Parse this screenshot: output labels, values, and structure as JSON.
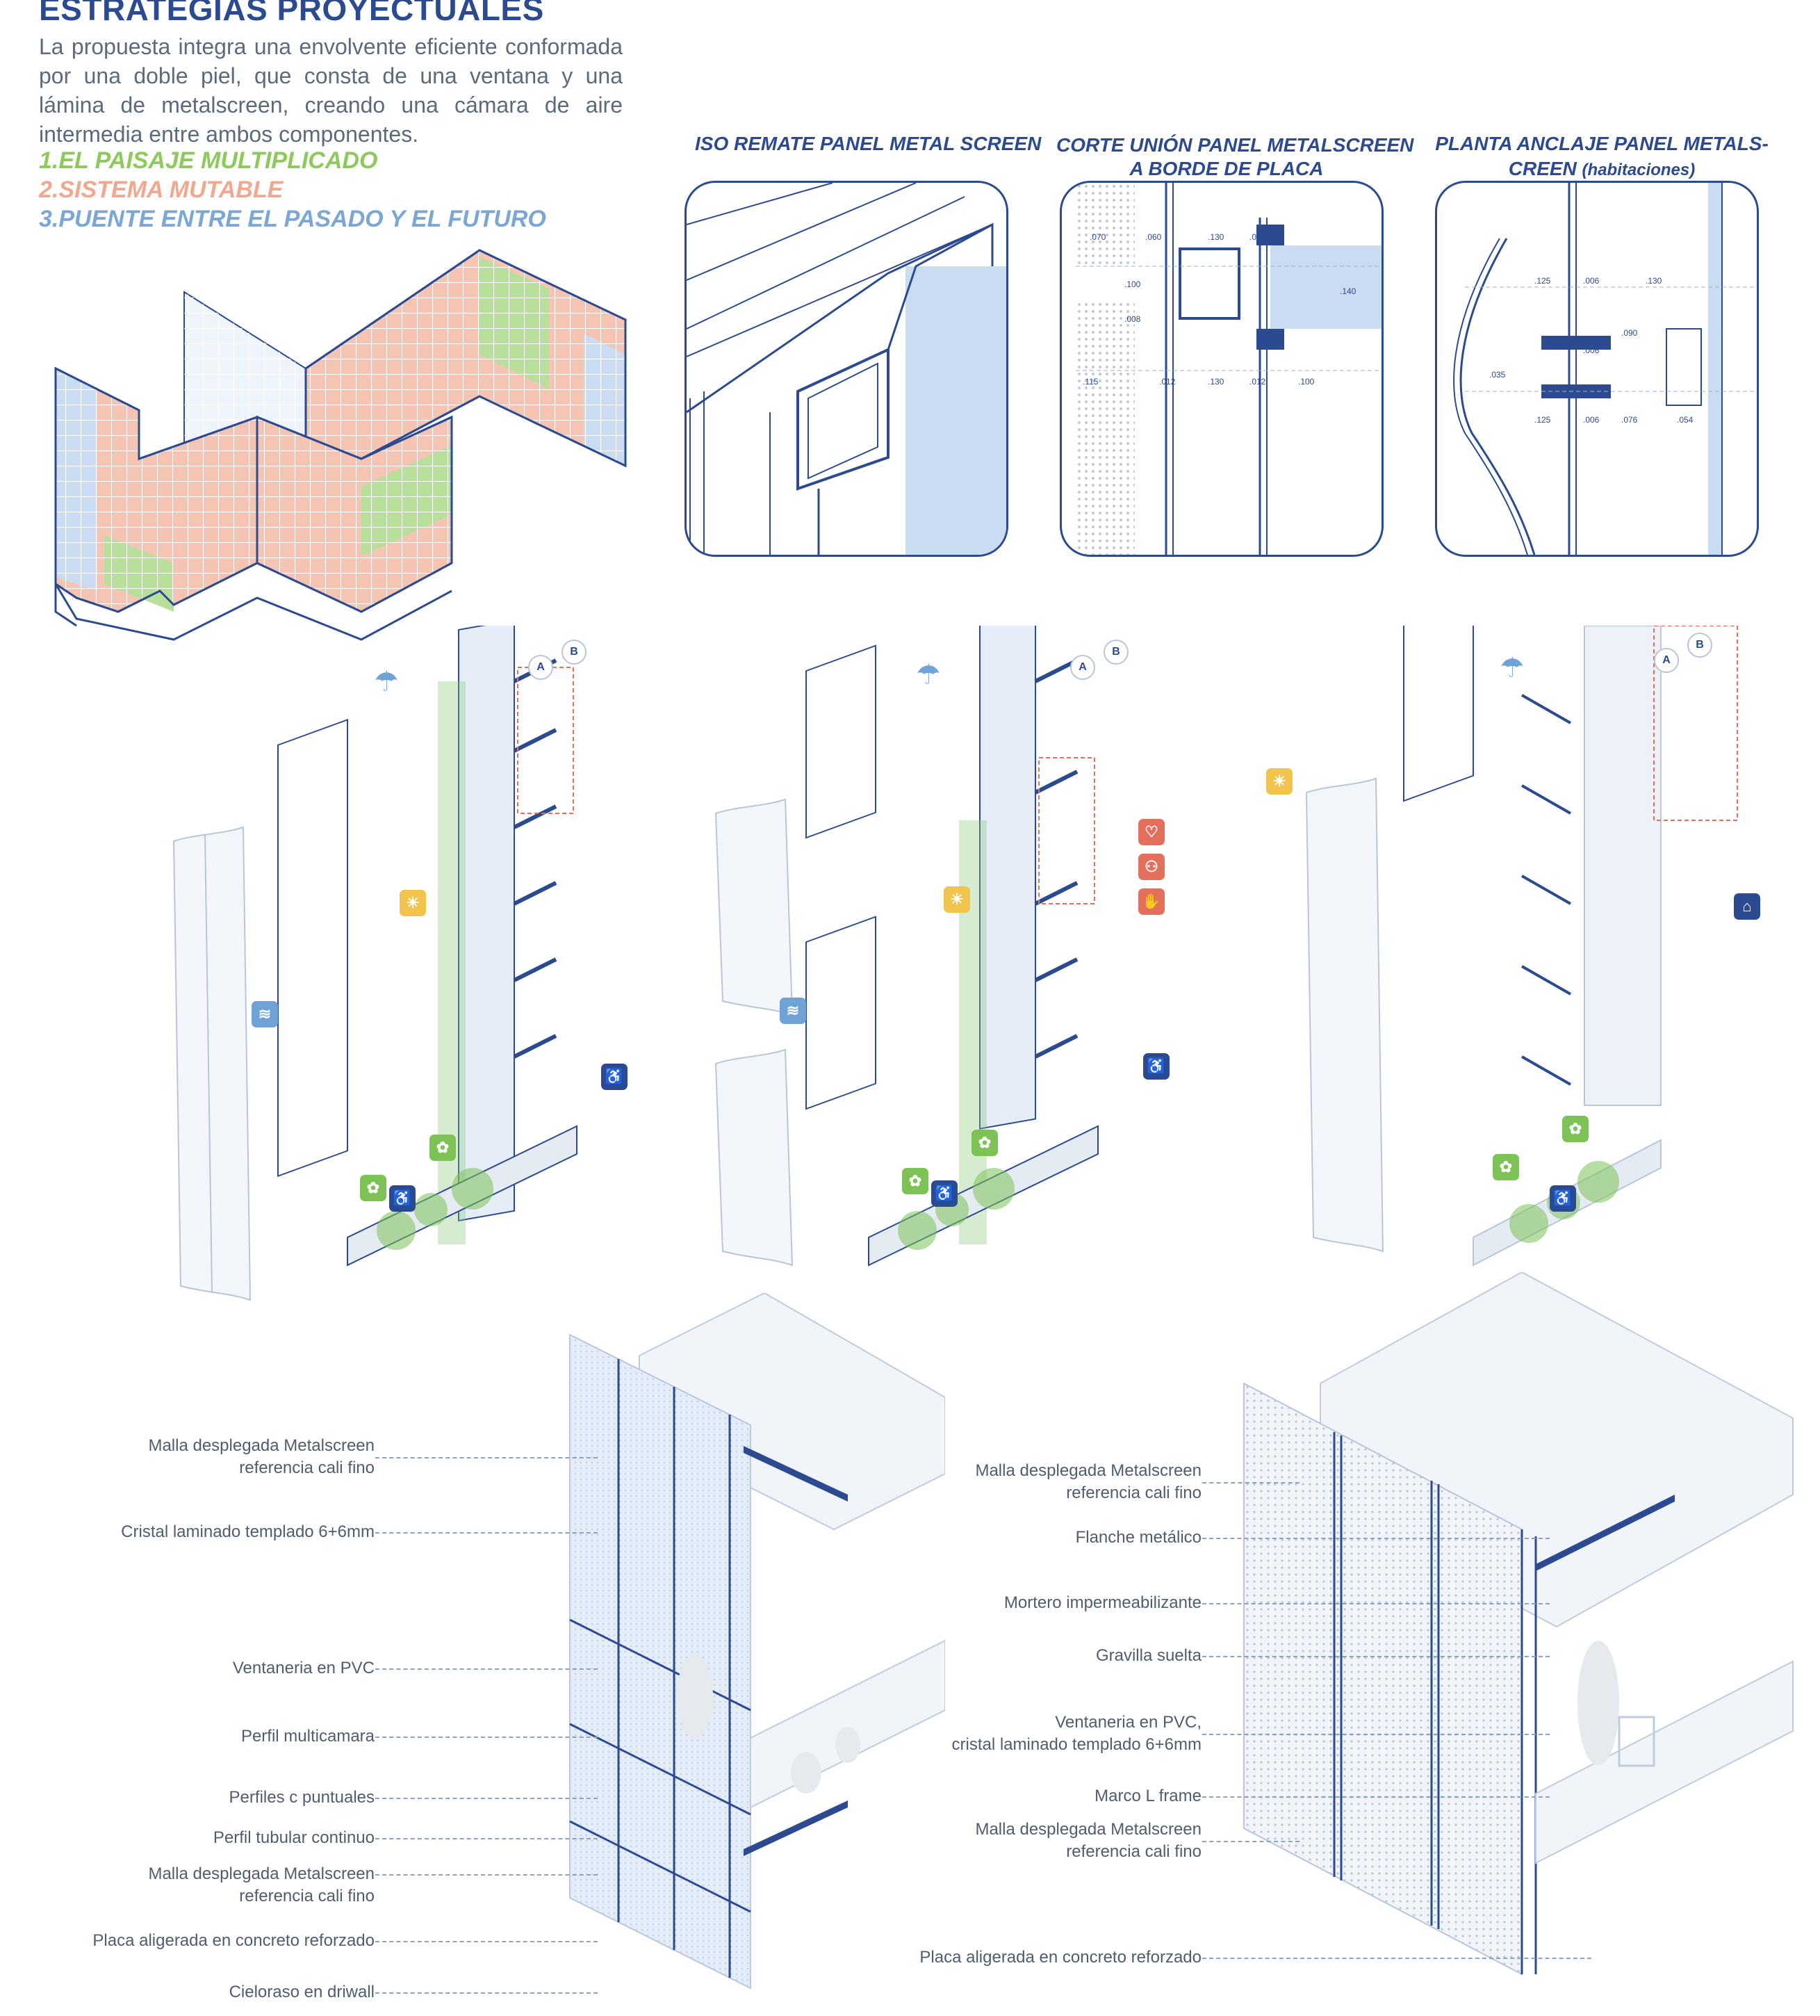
{
  "header": {
    "title": "ESTRATEGIAS PROYECTUALES",
    "intro": "La propuesta integra una envolvente eficiente conformada por una doble piel, que consta de una ventana y una lámina de metalscreen, creando una cámara de aire intermedia entre ambos componentes.",
    "strategies": [
      "1.EL PAISAJE MULTIPLICADO",
      "2.SISTEMA MUTABLE",
      "3.PUENTE ENTRE EL PASADO Y EL FUTURO"
    ]
  },
  "details": {
    "iso_title": "ISO REMATE PANEL METAL SCREEN",
    "corte_title_1": "CORTE UNIÓN PANEL METALSCREEN",
    "corte_title_2": "A BORDE DE PLACA",
    "planta_title_1": "PLANTA     ANCLAJE   PANEL   METALS-",
    "planta_title_2": "CREEN",
    "planta_title_3": "(habitaciones)",
    "corte_dims": [
      ".070",
      ".060",
      ".130",
      ".012",
      ".100",
      ".008",
      ".115",
      ".012",
      ".130",
      ".012",
      ".100",
      ".140"
    ],
    "planta_dims": [
      ".125",
      ".006",
      ".130",
      ".090",
      ".006",
      ".035",
      ".125",
      ".006",
      ".076",
      ".054"
    ]
  },
  "markers": {
    "a": "A",
    "b": "B"
  },
  "labels_left": [
    "Malla desplegada Metalscreen",
    "referencia cali fino",
    "Cristal laminado templado 6+6mm",
    "Ventaneria en PVC",
    "Perfil multicamara",
    "Perfiles c puntuales",
    "Perfil tubular continuo",
    "Malla desplegada Metalscreen",
    "referencia cali fino",
    "Placa aligerada en concreto reforzado",
    "Cieloraso en driwall"
  ],
  "labels_right": [
    "Malla desplegada Metalscreen",
    "referencia cali fino",
    "Flanche metálico",
    "Mortero impermeabilizante",
    "Gravilla suelta",
    "Ventaneria en PVC,",
    "cristal laminado templado 6+6mm",
    "Marco L frame",
    "Malla desplegada Metalscreen",
    "referencia cali fino",
    "Placa aligerada en concreto reforzado"
  ],
  "colors": {
    "navy": "#2c4a8f",
    "salmon": "#f6c4b2",
    "green": "#b8e09a",
    "lightblue": "#c9dcf2"
  },
  "icons": [
    "rain-icon",
    "sun-icon",
    "wind-icon",
    "accessibility-icon",
    "plant-icon",
    "people-icon",
    "heart-icon",
    "hands-icon",
    "building-icon"
  ]
}
